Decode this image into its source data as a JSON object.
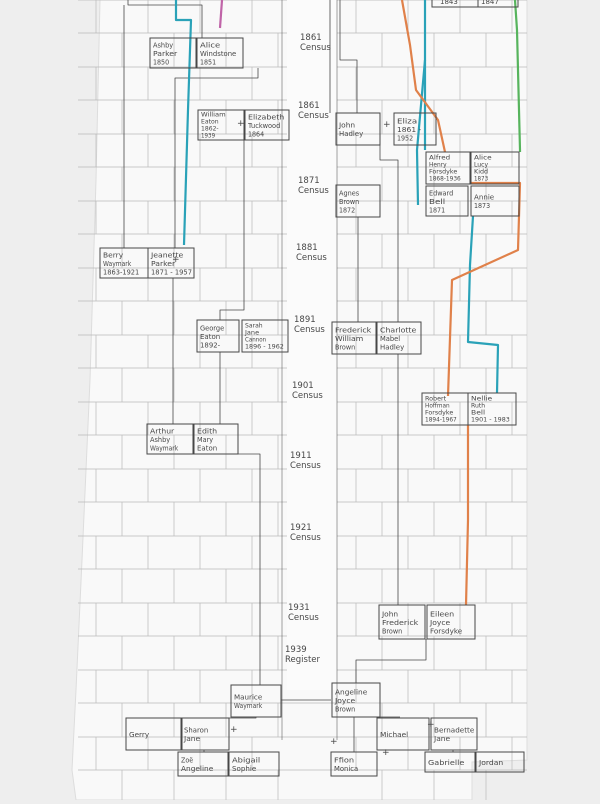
{
  "census_labels": [
    [
      "1861",
      "Census"
    ],
    [
      "1861",
      "Census"
    ],
    [
      "1871",
      "Census"
    ],
    [
      "1881",
      "Census"
    ],
    [
      "1891",
      "Census"
    ],
    [
      "1901",
      "Census"
    ],
    [
      "1911",
      "Census"
    ],
    [
      "1921",
      "Census"
    ],
    [
      "1931",
      "Census"
    ],
    [
      "1939",
      "Register"
    ]
  ],
  "people": [
    {
      "id": "ashby-parker",
      "lines": [
        "Ashby",
        "Parker",
        "1850"
      ]
    },
    {
      "id": "alice-windstone",
      "lines": [
        "Alice",
        "Windstone",
        "1851"
      ]
    },
    {
      "id": "william-eaton",
      "lines": [
        "William",
        "Eaton",
        "1862-",
        "1939"
      ]
    },
    {
      "id": "elizabeth-tuckwood",
      "lines": [
        "Elizabeth",
        "Tuckwood",
        "1864"
      ]
    },
    {
      "id": "john-hadley",
      "lines": [
        "John",
        "Hadley"
      ]
    },
    {
      "id": "eliza",
      "lines": [
        "Eliza",
        "1861 -",
        "1952"
      ]
    },
    {
      "id": "alfred-forsdyke",
      "lines": [
        "Alfred",
        "Henry",
        "Forsdyke",
        "1868-1936"
      ]
    },
    {
      "id": "alice-kidd",
      "lines": [
        "Alice",
        "Lucy",
        "Kidd",
        "1873"
      ]
    },
    {
      "id": "agnes-brown",
      "lines": [
        "Agnes",
        "Brown",
        "1872"
      ]
    },
    {
      "id": "edward-bell",
      "lines": [
        "Edward",
        "Bell",
        "1871"
      ]
    },
    {
      "id": "annie",
      "lines": [
        "Annie",
        "1873"
      ]
    },
    {
      "id": "berry-waymark",
      "lines": [
        "Berry",
        "Waymark",
        "1863-1921"
      ]
    },
    {
      "id": "jeanette-parker",
      "lines": [
        "Jeanette",
        "Parker",
        "1871 - 1957"
      ]
    },
    {
      "id": "george-eaton",
      "lines": [
        "George",
        "Eaton",
        "1892-"
      ]
    },
    {
      "id": "sarah-cannon",
      "lines": [
        "Sarah",
        "Jane",
        "Cannon",
        "1896 - 1962"
      ]
    },
    {
      "id": "frederick-brown",
      "lines": [
        "Frederick",
        "William",
        "Brown"
      ]
    },
    {
      "id": "charlotte-hadley",
      "lines": [
        "Charlotte",
        "Mabel",
        "Hadley"
      ]
    },
    {
      "id": "robert-forsdyke",
      "lines": [
        "Robert",
        "Hoffman",
        "Forsdyke",
        "1894-1967"
      ]
    },
    {
      "id": "nellie-bell",
      "lines": [
        "Nellie",
        "Ruth",
        "Bell",
        "1901 - 1983"
      ]
    },
    {
      "id": "arthur-waymark",
      "lines": [
        "Arthur",
        "Ashby",
        "Waymark"
      ]
    },
    {
      "id": "edith-eaton",
      "lines": [
        "Edith",
        "Mary",
        "Eaton"
      ]
    },
    {
      "id": "john-frederick-brown",
      "lines": [
        "John",
        "Frederick",
        "Brown"
      ]
    },
    {
      "id": "eileen-forsdyke",
      "lines": [
        "Eileen",
        "Joyce",
        "Forsdyke"
      ]
    },
    {
      "id": "maurice-waymark",
      "lines": [
        "Maurice",
        "Waymark"
      ]
    },
    {
      "id": "angeline-brown",
      "lines": [
        "Angeline",
        "Joyce",
        "Brown"
      ]
    },
    {
      "id": "gerry",
      "lines": [
        "Gerry"
      ]
    },
    {
      "id": "sharon-jane",
      "lines": [
        "Sharon",
        "Jane"
      ]
    },
    {
      "id": "michael",
      "lines": [
        "Michael"
      ]
    },
    {
      "id": "bernadette-jane",
      "lines": [
        "Bernadette",
        "Jane"
      ]
    },
    {
      "id": "zoe-angeline",
      "lines": [
        "Zoë",
        "Angeline"
      ]
    },
    {
      "id": "abigail-sophie",
      "lines": [
        "Abigail",
        "Sophie"
      ]
    },
    {
      "id": "ffion-monica",
      "lines": [
        "Ffion",
        "Monica"
      ]
    },
    {
      "id": "gabrielle",
      "lines": [
        "Gabrielle"
      ]
    },
    {
      "id": "jordan",
      "lines": [
        "Jordan"
      ]
    }
  ],
  "marks": {
    "partner_sign": "+",
    "top_fragment_a": "1843",
    "top_fragment_b": "1847"
  },
  "colors": {
    "paper": "#f9f9f9",
    "grid": "#b9b9b9",
    "ink": "#474747",
    "teal_line": "#2aa2b8",
    "orange_line": "#e0814a",
    "green_line": "#57b45d",
    "pink_line": "#c064a8",
    "background": "#eeeeee"
  }
}
